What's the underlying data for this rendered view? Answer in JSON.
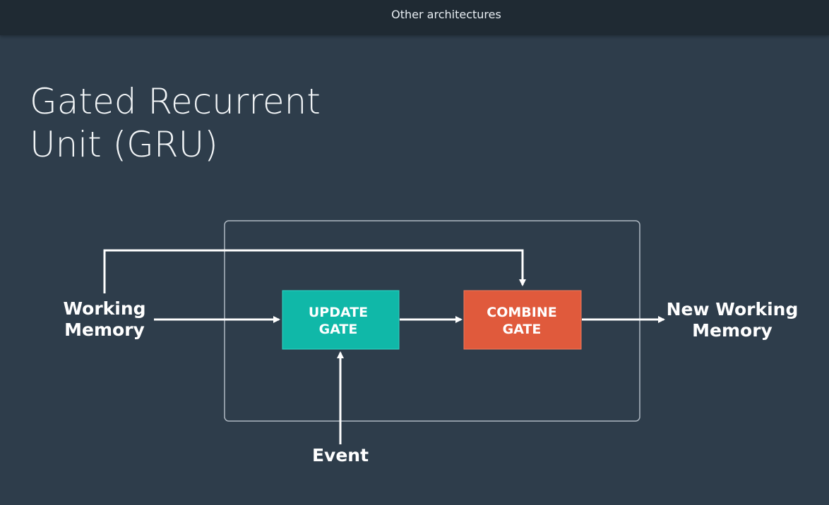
{
  "header": {
    "title": "Other architectures"
  },
  "slide": {
    "title_line1": "Gated Recurrent",
    "title_line2": "Unit (GRU)"
  },
  "diagram": {
    "input_label_line1": "Working",
    "input_label_line2": "Memory",
    "update_gate_line1": "UPDATE",
    "update_gate_line2": "GATE",
    "combine_gate_line1": "COMBINE",
    "combine_gate_line2": "GATE",
    "output_label_line1": "New Working",
    "output_label_line2": "Memory",
    "event_label": "Event",
    "colors": {
      "update_gate": "#10b8a8",
      "combine_gate": "#e05a3c",
      "background": "#2e3d4b",
      "topbar": "#1f2a33"
    }
  }
}
